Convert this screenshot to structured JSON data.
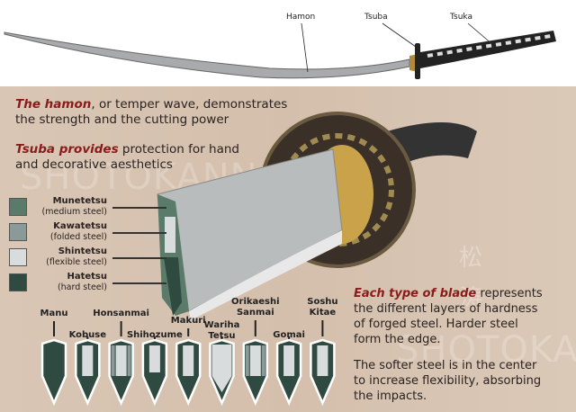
{
  "top_labels": {
    "hamon": "Hamon",
    "tsuba": "Tsuba",
    "tsuka": "Tsuka"
  },
  "hamon_text": {
    "emphasis": "The hamon",
    "rest1": ", or temper wave, demonstrates",
    "line2": "the strength and the cutting power"
  },
  "tsuba_text": {
    "emphasis": "Tsuba provides",
    "rest1": " protection for hand",
    "line2": "and decorative aesthetics"
  },
  "watermark": "SHOTOKANN",
  "watermark_kanji": [
    "松",
    "涛"
  ],
  "steel_legend": [
    {
      "name": "Munetetsu",
      "desc": "(medium steel)",
      "color": "#5a7a6a"
    },
    {
      "name": "Kawatetsu",
      "desc": "(folded steel)",
      "color": "#8a9a98"
    },
    {
      "name": "Shintetsu",
      "desc": "(flexible steel)",
      "color": "#d8dcdc"
    },
    {
      "name": "Hatetsu",
      "desc": "(hard steel)",
      "color": "#2f4a40"
    }
  ],
  "blade_profiles": [
    {
      "line1": "Manu",
      "line2": ""
    },
    {
      "line1": "Kobuse",
      "line2": ""
    },
    {
      "line1": "Honsanmai",
      "line2": ""
    },
    {
      "line1": "Shihozume",
      "line2": ""
    },
    {
      "line1": "Makuri",
      "line2": ""
    },
    {
      "line1": "Wariha",
      "line2": "Tetsu"
    },
    {
      "line1": "Orikaeshi",
      "line2": "Sanmai"
    },
    {
      "line1": "Gomai",
      "line2": ""
    },
    {
      "line1": "Soshu",
      "line2": "Kitae"
    }
  ],
  "blade_text": {
    "emphasis": "Each type of blade",
    "rest1": " represents",
    "line2": "the different layers of hardness",
    "line3": "of forged steel. Harder steel",
    "line4": "form the edge."
  },
  "softer_text": {
    "line1": "The softer steel is in the center",
    "line2": "to increase flexibility, absorbing",
    "line3": "the impacts."
  }
}
